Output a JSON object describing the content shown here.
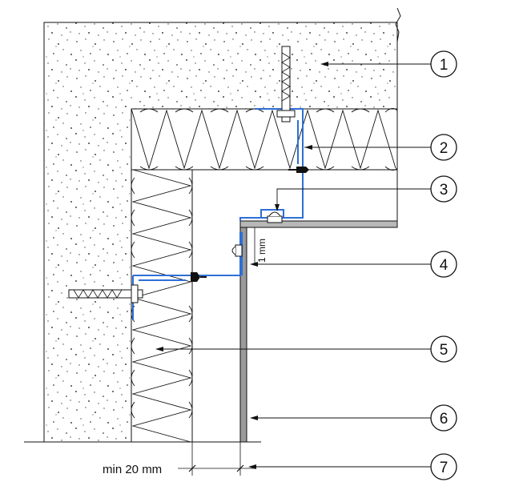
{
  "callouts": [
    {
      "number": "1",
      "refers_to": "concrete-wall"
    },
    {
      "number": "2",
      "refers_to": "support-bracket"
    },
    {
      "number": "3",
      "refers_to": "rivet-fastener"
    },
    {
      "number": "4",
      "refers_to": "corner-profile"
    },
    {
      "number": "5",
      "refers_to": "mineral-wool-insulation"
    },
    {
      "number": "6",
      "refers_to": "cladding-panel"
    },
    {
      "number": "7",
      "refers_to": "ventilation-gap"
    }
  ],
  "dimensions": {
    "min_gap": "min 20 mm",
    "joint": "1 mm"
  },
  "colors": {
    "profile": "#2e6fd6",
    "panel": "#9a9a9a",
    "line": "#111111",
    "concrete_dots": "#444444"
  }
}
